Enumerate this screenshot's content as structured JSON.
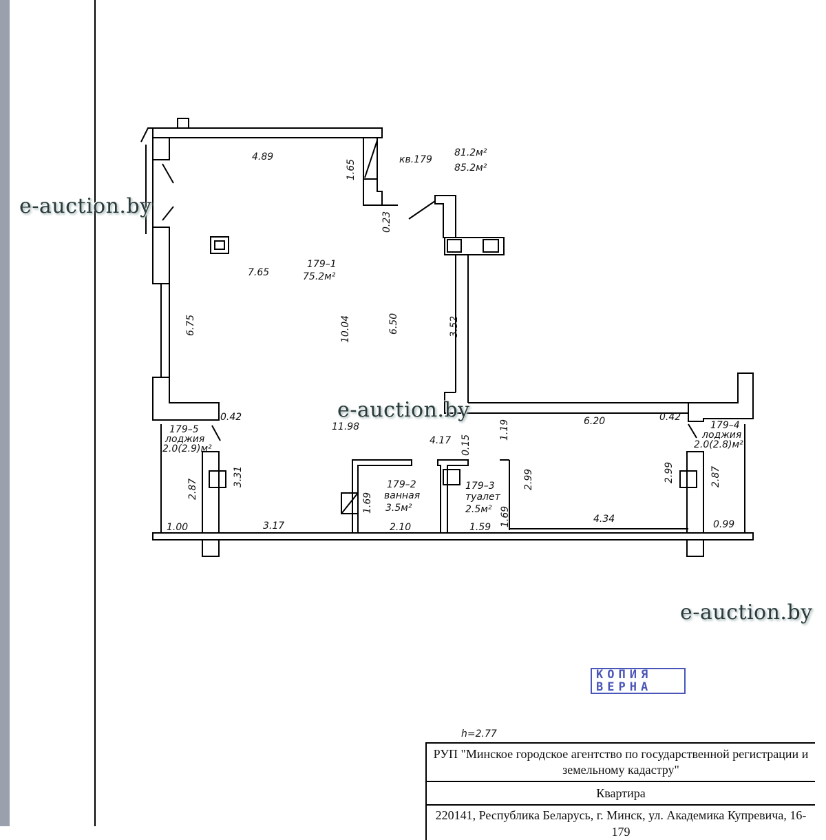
{
  "watermarks": [
    "e-auction.by",
    "e-auction.by",
    "e-auction.by"
  ],
  "apartment": {
    "number_label": "кв.179",
    "area_living": "81.2м²",
    "area_total": "85.2м²"
  },
  "rooms": [
    {
      "code": "179–1",
      "name": "",
      "area": "75.2м²"
    },
    {
      "code": "179–2",
      "name": "ванная",
      "area": "3.5м²"
    },
    {
      "code": "179–3",
      "name": "туалет",
      "area": "2.5м²"
    },
    {
      "code": "179–4",
      "name": "лоджия",
      "area": "2.0(2.8)м²"
    },
    {
      "code": "179–5",
      "name": "лоджия",
      "area": "2.0(2.9)м²"
    }
  ],
  "dimensions": {
    "top_width": "4.89",
    "niche_height": "1.65",
    "niche_step": "0.23",
    "main_width": "7.65",
    "left_height": "6.75",
    "center_height": "10.04",
    "center_height_2": "6.50",
    "right_height": "3.52",
    "pier_left": "0.42",
    "pier_right": "0.42",
    "main_length": "11.98",
    "corridor_width": "4.17",
    "post_depth": "0.15",
    "right_wing_width": "6.20",
    "right_offset": "1.19",
    "loggia_left_depth": "3.31",
    "loggia_left_height": "2.87",
    "bath_height": "1.69",
    "toilet_height": "1.69",
    "right_room_height": "2.99",
    "right_room_height_2": "2.99",
    "loggia_right_height": "2.87",
    "bottom_loggia_left": "1.00",
    "bottom_seg_1": "3.17",
    "bottom_seg_bath": "2.10",
    "bottom_seg_toilet": "1.59",
    "bottom_seg_right": "4.34",
    "bottom_loggia_right": "0.99"
  },
  "stamp": {
    "line1": "КОПИЯ",
    "line2": "ВЕРНА"
  },
  "ceiling_height": "h=2.77",
  "title_block": {
    "organization": "РУП \"Минское городское агентство по государственной регистрации и земельному кадастру\"",
    "object_type": "Квартира",
    "address": "220141, Республика Беларусь, г. Минск, ул. Академика Купревича, 16-179"
  }
}
